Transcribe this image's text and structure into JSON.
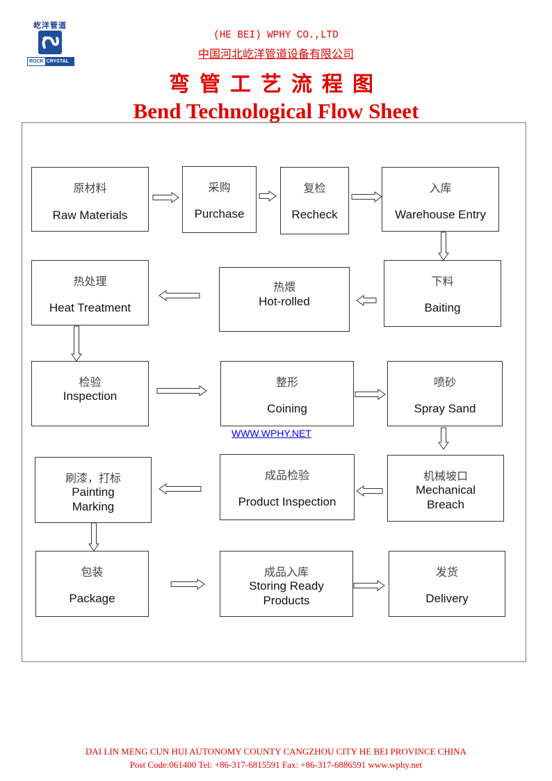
{
  "header": {
    "logo": {
      "name_cn": "屹洋管道",
      "brand_left": "ROCK",
      "brand_right": "CRYSTAL"
    },
    "company_en": "(HE BEI) WPHY CO.,LTD",
    "company_cn": "中国河北屹洋管道设备有限公司",
    "title_cn": "弯管工艺流程图",
    "title_en": "Bend Technological Flow Sheet"
  },
  "colors": {
    "accent": "#e00000",
    "link": "#0000ee",
    "logo_blue": "#1d4f9c"
  },
  "flow": {
    "steps": [
      {
        "id": "raw-materials",
        "cn": "原材料",
        "en": "Raw Materials"
      },
      {
        "id": "purchase",
        "cn": "采购",
        "en": "Purchase"
      },
      {
        "id": "recheck",
        "cn": "复检",
        "en": "Recheck"
      },
      {
        "id": "warehouse-entry",
        "cn": "入库",
        "en": "Warehouse Entry"
      },
      {
        "id": "baiting",
        "cn": "下料",
        "en": "Baiting"
      },
      {
        "id": "hot-rolled",
        "cn": "热煨",
        "en": "Hot-rolled"
      },
      {
        "id": "heat-treatment",
        "cn": "热处理",
        "en": "Heat Treatment"
      },
      {
        "id": "inspection",
        "cn": "检验",
        "en": "Inspection"
      },
      {
        "id": "coining",
        "cn": "整形",
        "en": "Coining"
      },
      {
        "id": "spray-sand",
        "cn": "喷砂",
        "en": "Spray Sand"
      },
      {
        "id": "mechanical-breach",
        "cn": "机械坡口",
        "en": "Mechanical Breach"
      },
      {
        "id": "product-inspection",
        "cn": "成品检验",
        "en": "Product Inspection"
      },
      {
        "id": "painting-marking",
        "cn": "刷漆，打标",
        "en": "Painting Marking"
      },
      {
        "id": "package",
        "cn": "包装",
        "en": "Package"
      },
      {
        "id": "storing-ready-products",
        "cn": "成品入库",
        "en": "Storing Ready Products"
      },
      {
        "id": "delivery",
        "cn": "发货",
        "en": "Delivery"
      }
    ],
    "connections": [
      [
        "raw-materials",
        "purchase"
      ],
      [
        "purchase",
        "recheck"
      ],
      [
        "recheck",
        "warehouse-entry"
      ],
      [
        "warehouse-entry",
        "baiting"
      ],
      [
        "baiting",
        "hot-rolled"
      ],
      [
        "hot-rolled",
        "heat-treatment"
      ],
      [
        "heat-treatment",
        "inspection"
      ],
      [
        "inspection",
        "coining"
      ],
      [
        "coining",
        "spray-sand"
      ],
      [
        "spray-sand",
        "mechanical-breach"
      ],
      [
        "mechanical-breach",
        "product-inspection"
      ],
      [
        "product-inspection",
        "painting-marking"
      ],
      [
        "painting-marking",
        "package"
      ],
      [
        "package",
        "storing-ready-products"
      ],
      [
        "storing-ready-products",
        "delivery"
      ]
    ],
    "website_link": "WWW.WPHY.NET"
  },
  "footer": {
    "address": "DAI LIN MENG CUN HUI AUTONOMY COUNTY CANGZHOU CITY HE BEI PROVINCE CHINA",
    "contact": "Post Code:061400 Tel: +86-317-6815591 Fax: +86-317-6886591 www.wphy.net"
  }
}
